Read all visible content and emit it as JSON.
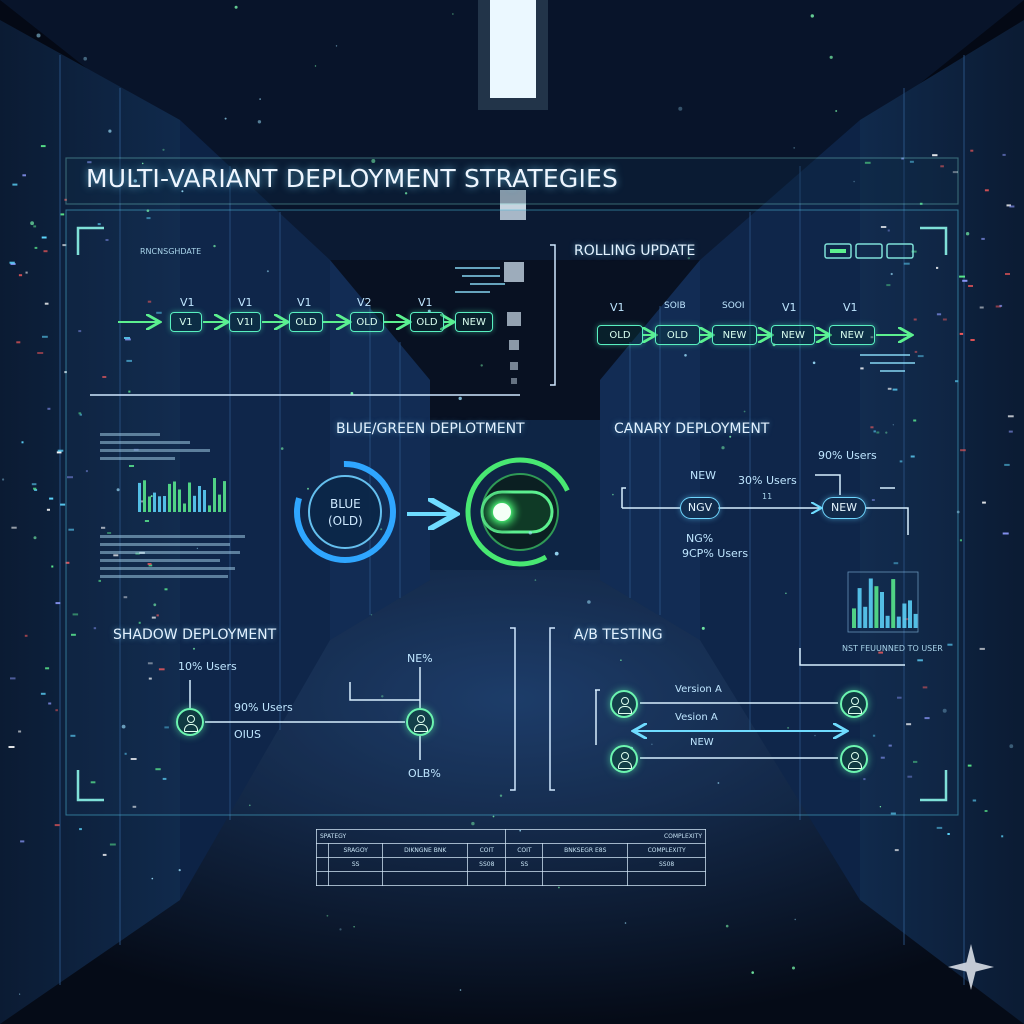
{
  "title": "MULTI-VARIANT DEPLOYMENT STRATEGIES",
  "panels": {
    "rolling_left": {
      "label": "RNCNSGHDATE",
      "tops": [
        "V1",
        "V1",
        "V1",
        "V2",
        "V1"
      ],
      "nodes": [
        "V1",
        "V1I",
        "OLD",
        "OLD",
        "OLD",
        "NEW"
      ]
    },
    "rolling": {
      "title": "ROLLING UPDATE",
      "tops": [
        "V1",
        "SOIB",
        "SOOI",
        "V1",
        "V1"
      ],
      "nodes": [
        "OLD",
        "OLD",
        "NEW",
        "NEW",
        "NEW"
      ]
    },
    "blue_green": {
      "title": "BLUE/GREEN DEPLOTMENT",
      "blue_line1": "BLUE",
      "blue_line2": "(OLD)"
    },
    "canary": {
      "title": "CANARY DEPLOYMENT",
      "label_new": "NEW",
      "label_30": "30% Users",
      "label_90_top": "90% Users",
      "label_11": "11",
      "node_left": "NGV",
      "node_right": "NEW",
      "label_ngo": "NG%",
      "label_90_bottom": "9CP% Users"
    },
    "shadow": {
      "title": "SHADOW DEPLOYMENT",
      "label_10": "10% Users",
      "label_90": "90% Users",
      "label_olus": "OIUS",
      "label_ne": "NE%",
      "label_olbs": "OLB%"
    },
    "ab": {
      "title": "A/B TESTING",
      "note": "NST FEUUNNED TO USER",
      "version_a1": "Version A",
      "version_a2": "Vesion A",
      "new_label": "NEW"
    }
  },
  "table": {
    "header_left": "SPATEGY",
    "header_right": "COMPLEXITY",
    "columns": [
      "",
      "SRAGOY",
      "DIKNGNE BNK",
      "COIT",
      "COIT",
      "BNKSEGR E8S",
      "COMPLEXITY"
    ],
    "row1": [
      "",
      "SS",
      "",
      "SS08",
      "SS",
      "",
      "SS08"
    ],
    "row2": [
      "",
      "",
      "",
      "",
      "",
      "",
      ""
    ]
  },
  "colors": {
    "accent_green": "#5cf08f",
    "accent_cyan": "#5fd8ff",
    "blue_ring": "#2fa6ff",
    "frame": "#7fe0d8"
  }
}
